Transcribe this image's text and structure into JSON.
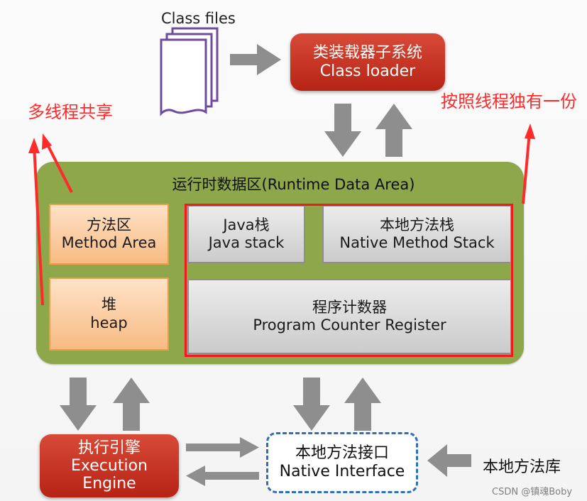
{
  "class_files": {
    "label": "Class files"
  },
  "class_loader": {
    "line1": "类装载器子系统",
    "line2": "Class loader"
  },
  "runtime": {
    "title": "运行时数据区(Runtime Data Area)",
    "method_area": {
      "line1": "方法区",
      "line2": "Method Area"
    },
    "heap": {
      "line1": "堆",
      "line2": "heap"
    },
    "java_stack": {
      "line1": "Java栈",
      "line2": "Java stack"
    },
    "native_method_stack": {
      "line1": "本地方法栈",
      "line2": "Native Method Stack"
    },
    "pc_register": {
      "line1": "程序计数器",
      "line2": "Program Counter Register"
    }
  },
  "annotations": {
    "shared": "多线程共享",
    "per_thread": "按照线程独有一份"
  },
  "execution_engine": {
    "line1": "执行引擎",
    "line2": "Execution",
    "line3": "Engine"
  },
  "native_interface": {
    "line1": "本地方法接口",
    "line2": "Native Interface"
  },
  "native_library": {
    "label": "本地方法库"
  },
  "watermark": {
    "text": "CSDN @镇魂Boby"
  },
  "colors": {
    "runtime_green": "#8ea74b",
    "red_box": "#c7311f",
    "orange_box": "#f7bb82",
    "gray_box": "#d6d6d6",
    "red_annotation": "#ff2a2a",
    "dashed_blue": "#2f6fb5",
    "arrow_gray": "#8e8e8e"
  },
  "icons": {
    "document_stack": "class-files-icon",
    "big_arrow": "gray-block-arrow-icon",
    "red_arrow": "red-annotation-arrow-icon"
  }
}
